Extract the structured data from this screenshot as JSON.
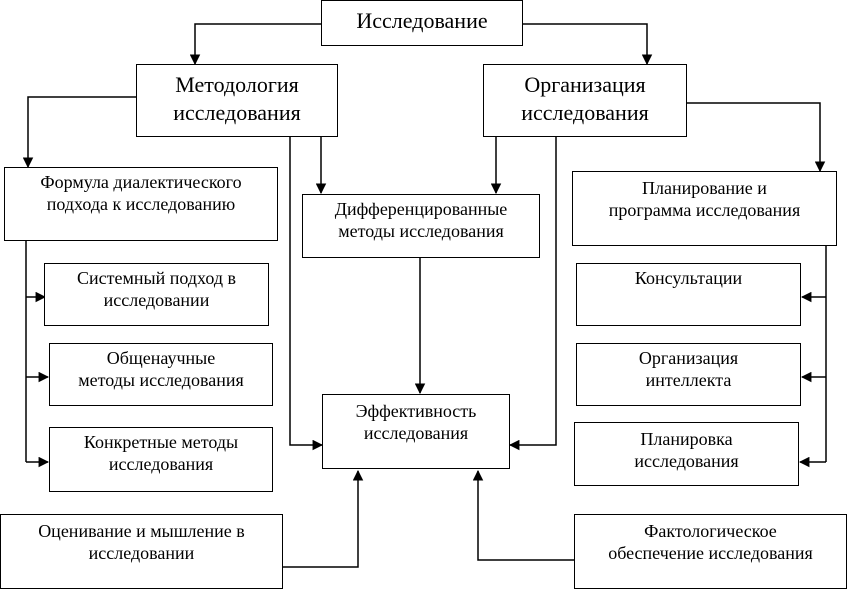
{
  "nodes": {
    "root": "Исследование",
    "methodology": "Методология\nисследования",
    "organization": "Организация\nисследования",
    "dialectic": "Формула диалектического\nподхода к исследованию",
    "differentiated": "Дифференцированные\nметоды исследования",
    "planning": "Планирование и\nпрограмма исследования",
    "systemic": "Системный подход в\nисследовании",
    "consultations": "Консультации",
    "general_scientific": "Общенаучные\nметоды исследования",
    "intellect": "Организация\nинтеллекта",
    "concrete": "Конкретные методы\nисследования",
    "layout": "Планировка\nисследования",
    "efficiency": "Эффективность\nисследования",
    "evaluation": "Оценивание и мышление в\nисследовании",
    "factual": "Фактологическое\nобеспечение исследования"
  }
}
